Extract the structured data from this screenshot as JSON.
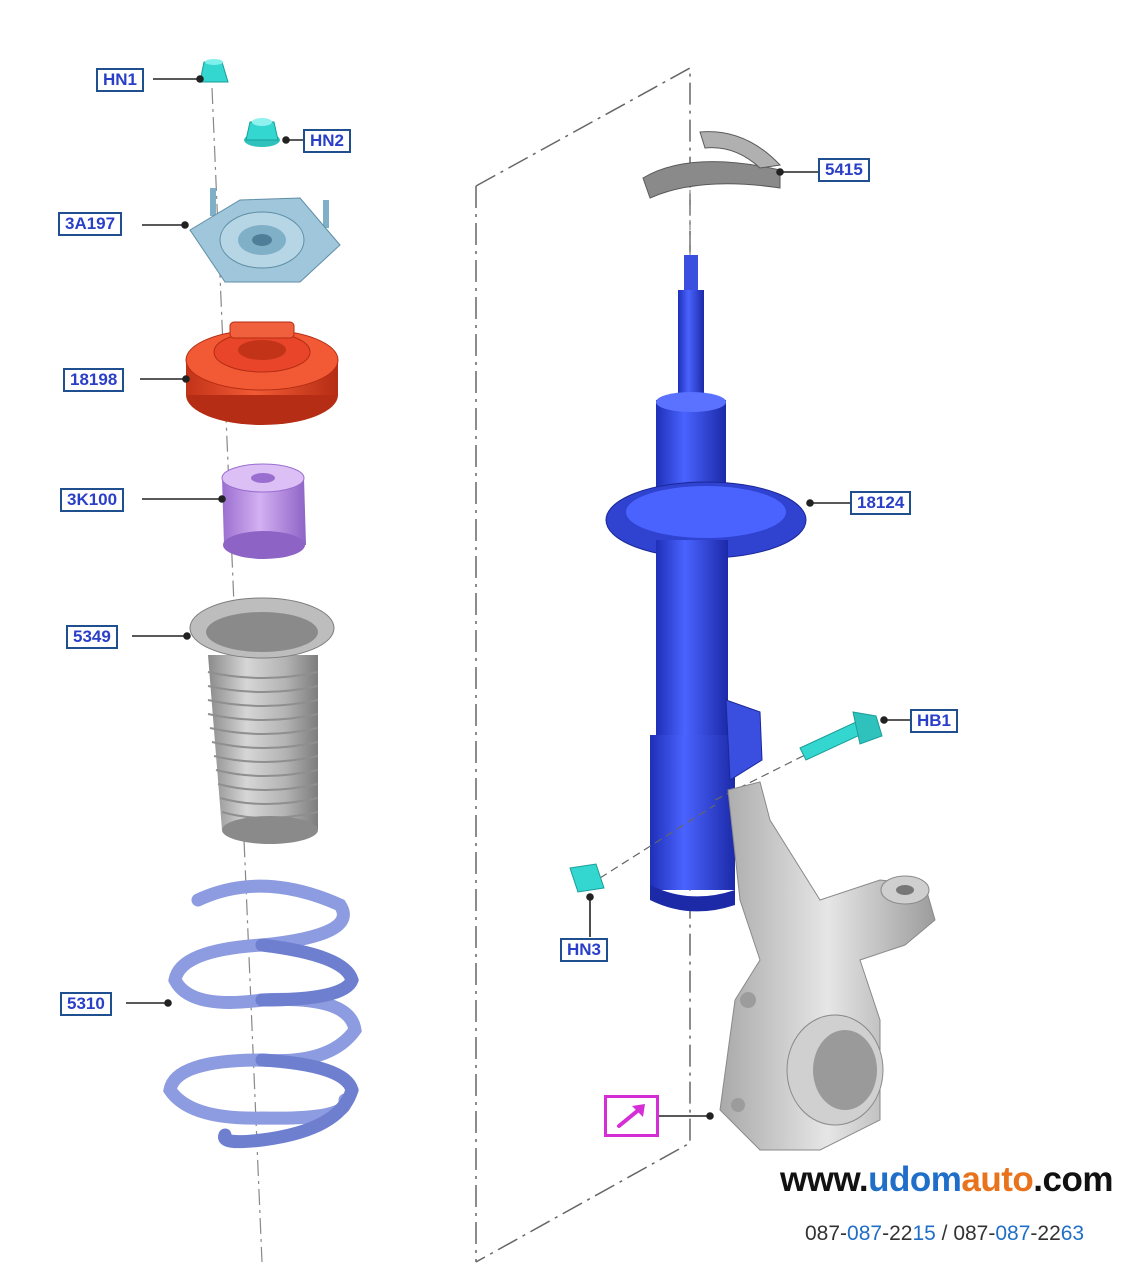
{
  "callouts": {
    "hn1": "HN1",
    "hn2": "HN2",
    "c3a197": "3A197",
    "c18198": "18198",
    "c3k100": "3K100",
    "c5349": "5349",
    "c5310": "5310",
    "c5415": "5415",
    "c18124": "18124",
    "hb1": "HB1",
    "hn3": "HN3"
  },
  "reference_icon": "link-arrow-icon",
  "website": {
    "prefix": "www.",
    "name_a": "udom",
    "name_b": "auto",
    "suffix": ".com"
  },
  "phones": {
    "p1a": "087-",
    "p1b": "087",
    "p1c": "-22",
    "p1d": "15",
    "sep": " / ",
    "p2a": "087-",
    "p2b": "087",
    "p2c": "-22",
    "p2d": "63"
  },
  "colors": {
    "callout_text": "#2a3fc8",
    "callout_border": "#1f4f8f",
    "strut_blue": "#3a4fe0",
    "spring_blue": "#8d9be0",
    "mount_red": "#e8452a",
    "bumper_purple": "#b98ee0",
    "nut_cyan": "#34d6d0",
    "reference_magenta": "#d62ed6",
    "website_dark": "#111111",
    "website_blue": "#1f6fc8",
    "website_orange": "#e9731c"
  }
}
